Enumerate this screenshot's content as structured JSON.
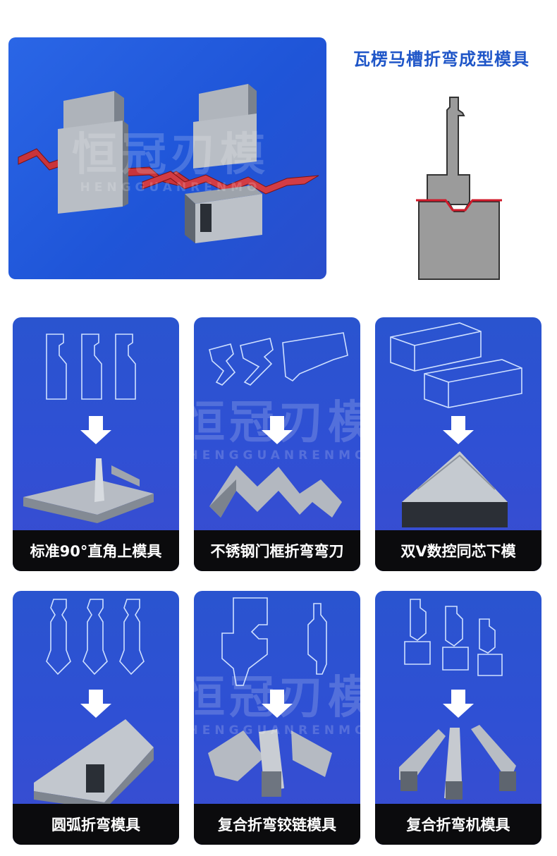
{
  "hero": {
    "title": "瓦楞马槽折弯成型模具"
  },
  "watermark": {
    "cn": "恒冠刃模",
    "en": "HENGGUANRENMO"
  },
  "cards": [
    {
      "label": "标准90°直角上模具"
    },
    {
      "label": "不锈钢门框折弯弯刀"
    },
    {
      "label": "双V数控同芯下模"
    },
    {
      "label": "圆弧折弯模具"
    },
    {
      "label": "复合折弯铰链模具"
    },
    {
      "label": "复合折弯机模具"
    }
  ],
  "colors": {
    "accent": "#1f56c8",
    "card_bg": "#2b52d2",
    "label_bg": "#0b0b0d",
    "outline": "#cfe0ff"
  }
}
